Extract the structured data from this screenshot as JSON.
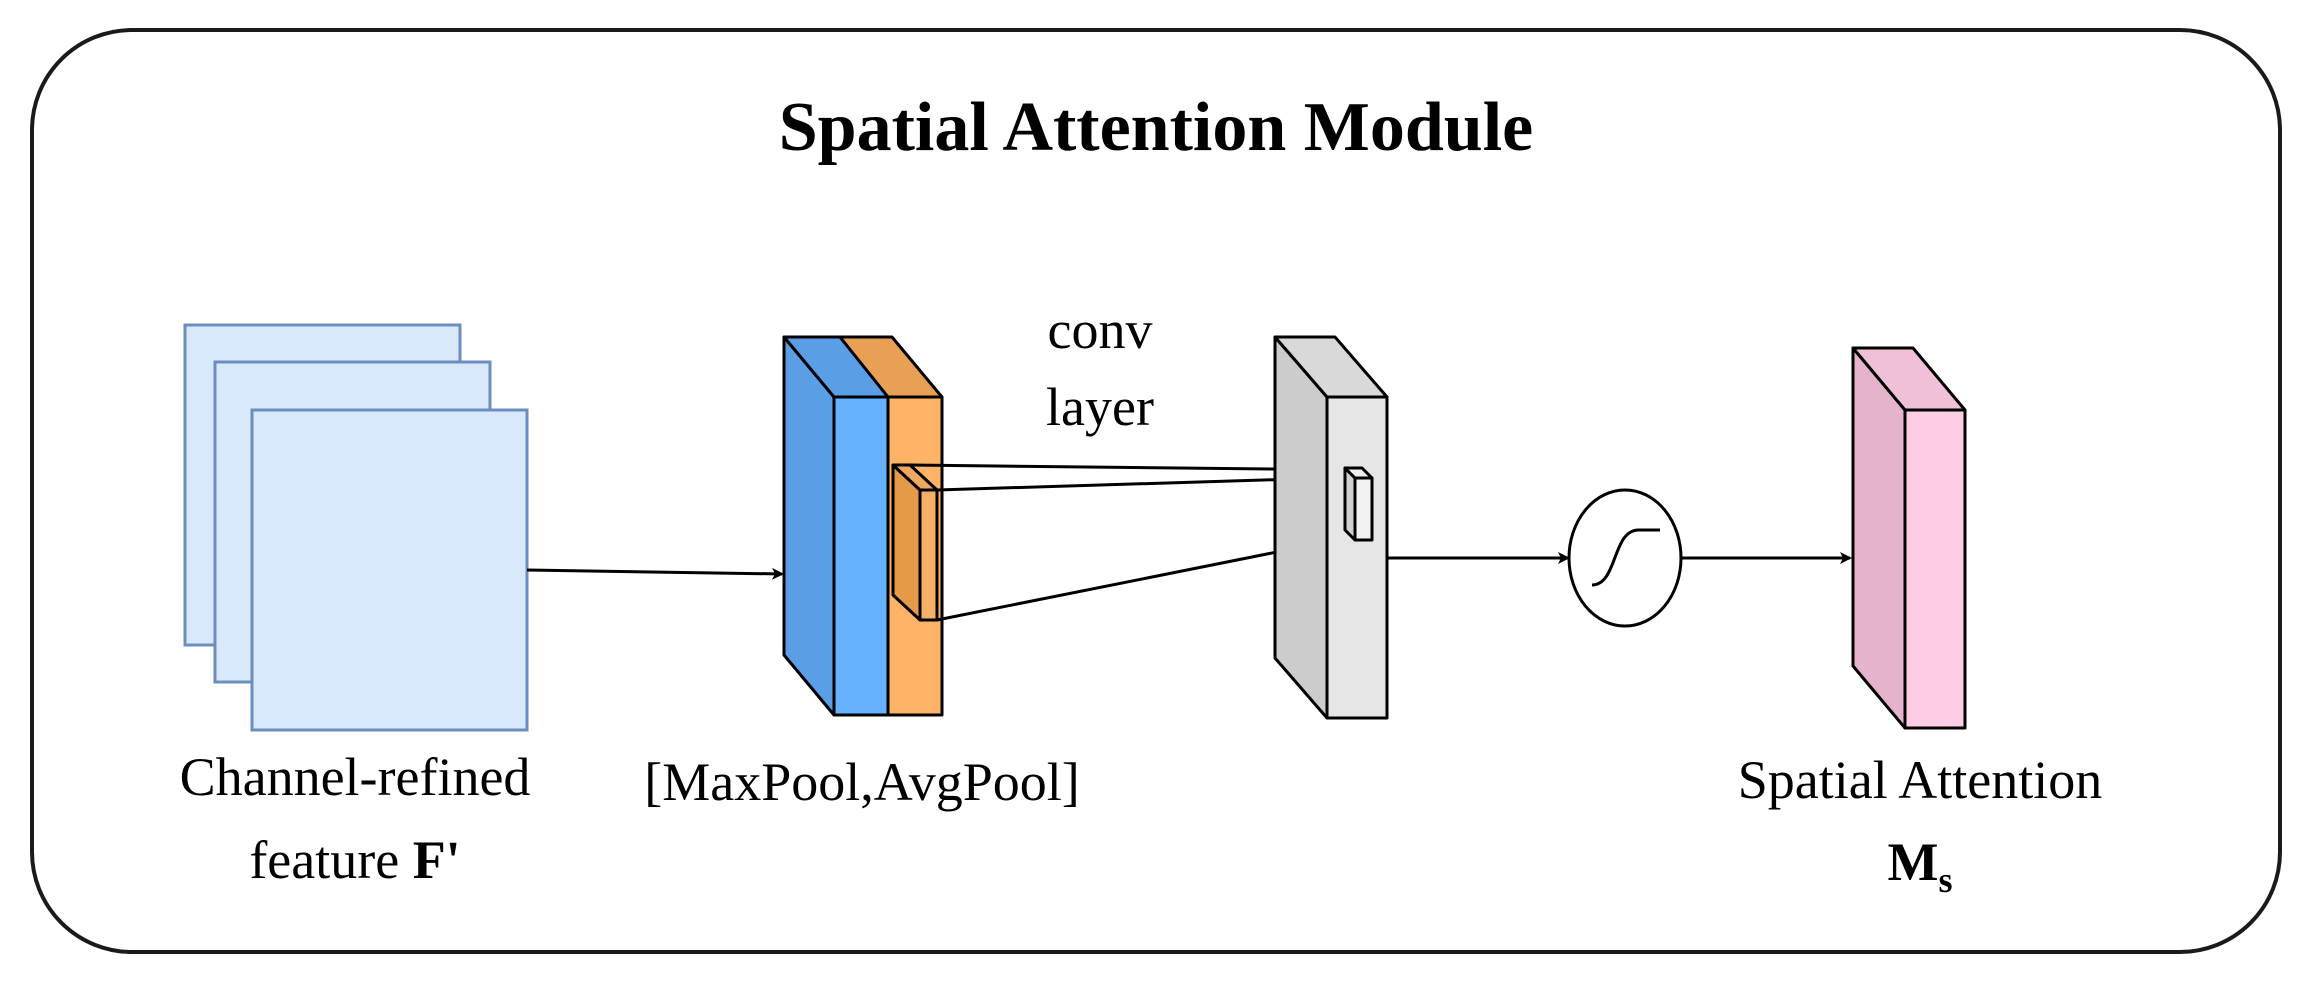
{
  "title": "Spatial Attention Module",
  "labels": {
    "input_line1": "Channel-refined",
    "input_line2_prefix": "feature ",
    "input_symbol": "F'",
    "pool": "[MaxPool,AvgPool]",
    "conv_line1": "conv",
    "conv_line2": "layer",
    "output_line1": "Spatial Attention",
    "output_symbol": "M",
    "output_subscript": "s"
  },
  "colors": {
    "feature_fill": "#dae8fc",
    "feature_stroke": "#6c8ebf",
    "maxpool_front": "#66b2ff",
    "maxpool_side": "#5a9ee6",
    "avgpool_front": "#ffb366",
    "avgpool_side": "#e8a055",
    "conv_front": "#e6e6e6",
    "conv_side": "#cccccc",
    "attention_front": "#ffcce6",
    "attention_side": "#e6b3cc",
    "line": "#000000"
  },
  "icons": {
    "sigmoid": "sigmoid-icon"
  }
}
